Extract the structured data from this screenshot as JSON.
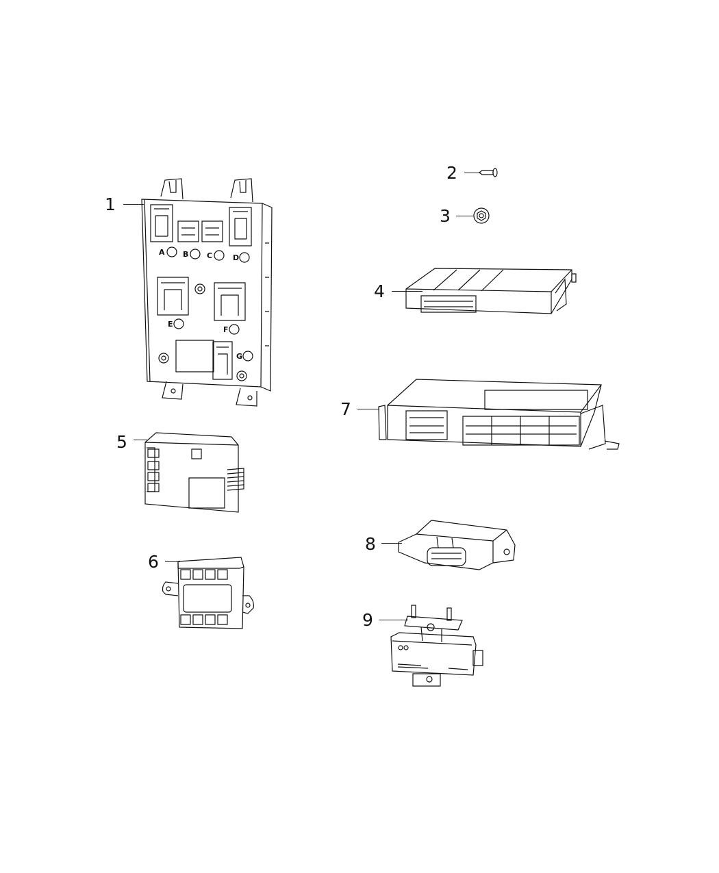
{
  "diagram": {
    "type": "exploded-parts-diagram",
    "background": "#ffffff",
    "line_color": "#111111",
    "parts": [
      {
        "callout": "1",
        "name": "body-control-module",
        "connector_labels": [
          "A",
          "B",
          "C",
          "D",
          "E",
          "F",
          "G"
        ]
      },
      {
        "callout": "2",
        "name": "screw"
      },
      {
        "callout": "3",
        "name": "nut"
      },
      {
        "callout": "4",
        "name": "module-4"
      },
      {
        "callout": "5",
        "name": "module-5"
      },
      {
        "callout": "6",
        "name": "module-6"
      },
      {
        "callout": "7",
        "name": "module-7"
      },
      {
        "callout": "8",
        "name": "sensor-8"
      },
      {
        "callout": "9",
        "name": "module-9-with-bracket"
      }
    ]
  }
}
